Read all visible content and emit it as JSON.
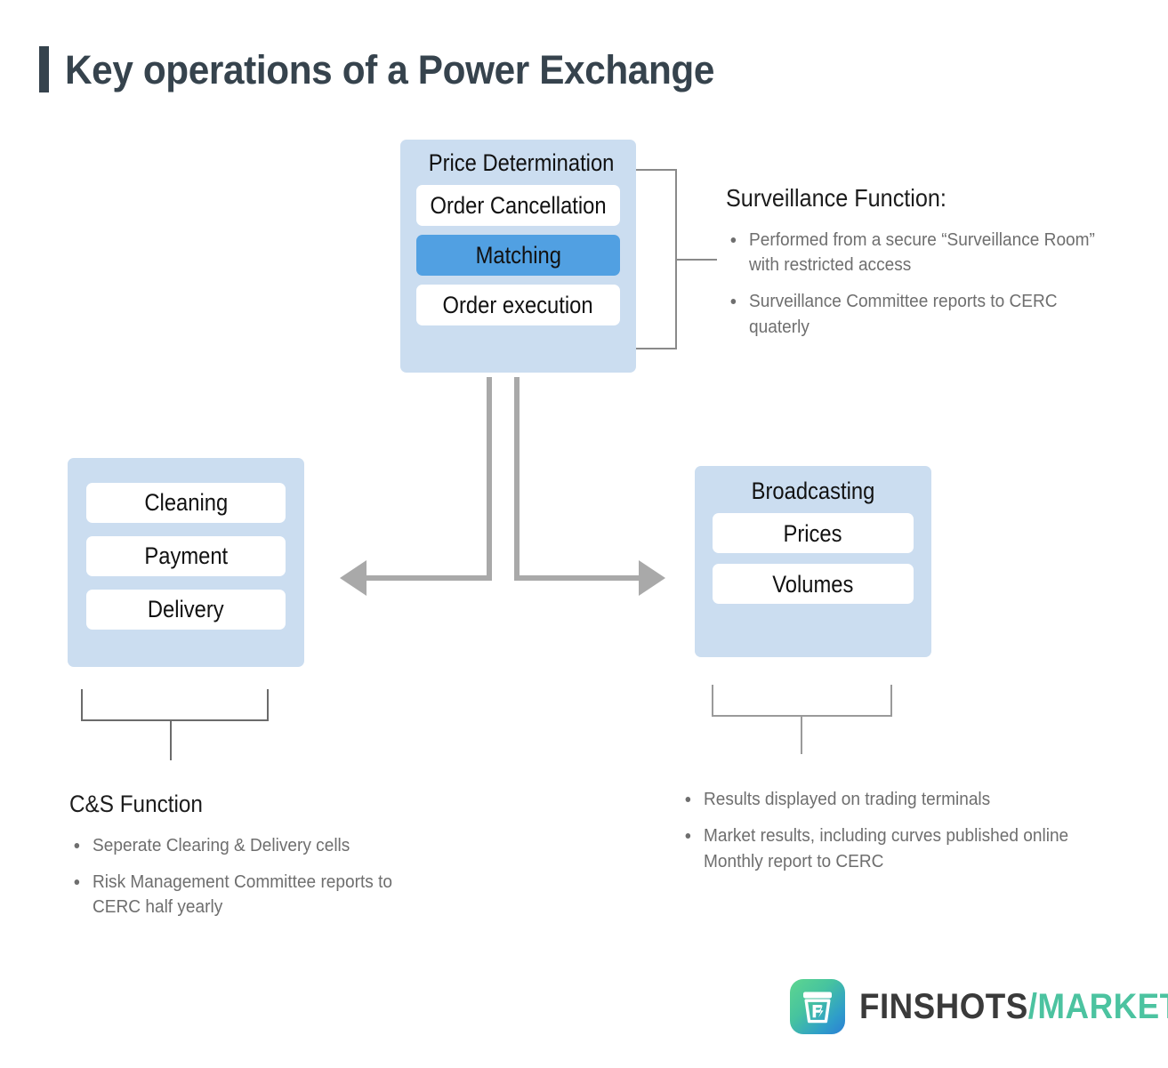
{
  "title": "Key operations of a Power Exchange",
  "colors": {
    "panel_blue": "#cbddf0",
    "highlight_blue": "#51a0e2",
    "title_dark": "#36434d",
    "body_gray": "#6e6e6e",
    "connector_gray": "#a9a9a9",
    "bracket_gray": "#6b6b6b",
    "logo_teal": "#4cc3a0"
  },
  "price_panel": {
    "heading": "Price Determination",
    "items": [
      {
        "label": "Order Cancellation",
        "highlighted": false
      },
      {
        "label": "Matching",
        "highlighted": true
      },
      {
        "label": "Order execution",
        "highlighted": false
      }
    ]
  },
  "cs_panel": {
    "items": [
      {
        "label": "Cleaning"
      },
      {
        "label": "Payment"
      },
      {
        "label": "Delivery"
      }
    ]
  },
  "broadcast_panel": {
    "heading": "Broadcasting",
    "items": [
      {
        "label": "Prices"
      },
      {
        "label": "Volumes"
      }
    ]
  },
  "surveillance_block": {
    "heading": "Surveillance Function:",
    "bullets": [
      "Performed from a secure “Surveillance Room” with restricted access",
      "Surveillance Committee reports to CERC quaterly"
    ]
  },
  "cs_block": {
    "heading": "C&S Function",
    "bullets": [
      "Seperate Clearing & Delivery cells",
      "Risk Management Committee reports to CERC half yearly"
    ]
  },
  "broadcast_block": {
    "heading": "",
    "bullets": [
      "Results displayed on trading terminals",
      "Market results, including curves published online Monthly report to CERC"
    ]
  },
  "logo": {
    "brand": "FINSHOTS",
    "suffix": "/MARKETS",
    "icon": "coffee-cup-icon"
  }
}
